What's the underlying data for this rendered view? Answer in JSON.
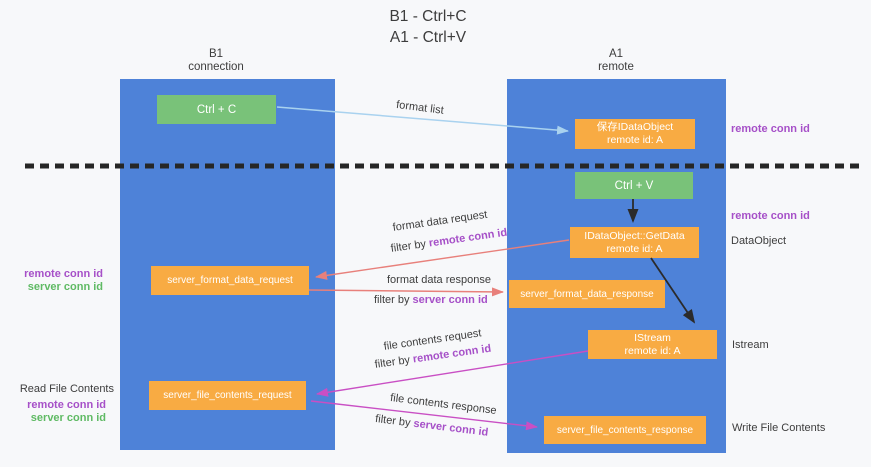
{
  "title": {
    "line1": "B1 - Ctrl+C",
    "line2": "A1 - Ctrl+V"
  },
  "lanes": {
    "left": {
      "title": "B1",
      "subtitle": "connection"
    },
    "right": {
      "title": "A1",
      "subtitle": "remote"
    }
  },
  "nodes": {
    "ctrl_c": {
      "label": "Ctrl + C"
    },
    "ctrl_v": {
      "label": "Ctrl + V"
    },
    "save_dataobject": {
      "line1": "保存IDataObject",
      "line2": "remote id: A"
    },
    "getdata": {
      "line1": "IDataObject::GetData",
      "line2": "remote id: A"
    },
    "istream": {
      "line1": "IStream",
      "line2": "remote id: A"
    },
    "server_format_data_request": {
      "label": "server_format_data_request"
    },
    "server_format_data_response": {
      "label": "server_format_data_response"
    },
    "server_file_contents_request": {
      "label": "server_file_contents_request"
    },
    "server_file_contents_response": {
      "label": "server_file_contents_response"
    }
  },
  "edge_labels": {
    "format_list": "format list",
    "format_data_request": "format data request",
    "format_data_response": "format data response",
    "file_contents_request": "file contents request",
    "file_contents_response": "file contents response",
    "filter_by": "filter by",
    "remote_conn_id": "remote conn id",
    "server_conn_id": "server conn id"
  },
  "side_labels": {
    "remote_conn_id": "remote conn id",
    "server_conn_id": "server conn id",
    "dataobject": "DataObject",
    "istream": "Istream",
    "read_file_contents": "Read File Contents",
    "write_file_contents": "Write File Contents"
  },
  "colors": {
    "bg": "#f7f8fa",
    "lane-blue": "#4e82d8",
    "node-green": "#79c279",
    "node-orange": "#f8ab43",
    "text-dark": "#3d3d3d",
    "purple": "#a650c8",
    "green-text": "#5fba64",
    "arrow-red": "#e8807b",
    "arrow-magenta": "#c94fc4",
    "arrow-blue": "#a9d2ef",
    "arrow-black": "#2b2b2b"
  }
}
